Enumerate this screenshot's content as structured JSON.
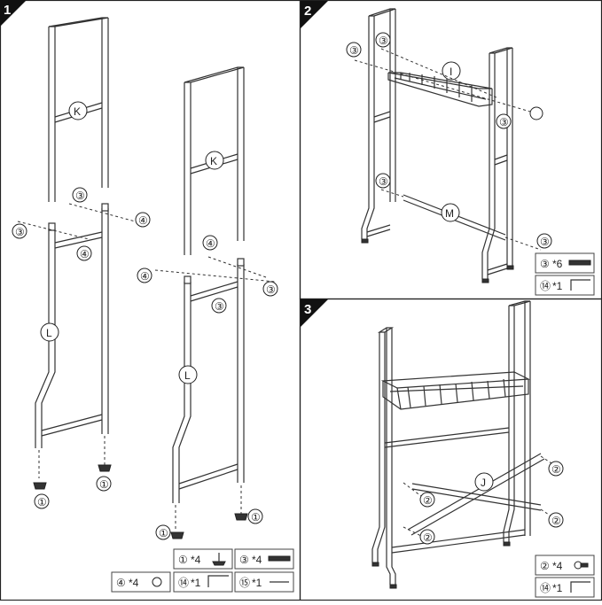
{
  "panels": [
    {
      "step": "1"
    },
    {
      "step": "2"
    },
    {
      "step": "3"
    }
  ],
  "labels": {
    "k": "K",
    "l": "L",
    "i": "I",
    "m": "M",
    "j": "J",
    "n1": "①",
    "n2": "②",
    "n3": "③",
    "n4": "④",
    "n14": "⑭",
    "n15": "⑮"
  },
  "parts": {
    "p1": {
      "num": "①",
      "qty": "*4"
    },
    "p2": {
      "num": "②",
      "qty": "*4"
    },
    "p3a": {
      "num": "③",
      "qty": "*4"
    },
    "p3b": {
      "num": "③",
      "qty": "*6"
    },
    "p4": {
      "num": "④",
      "qty": "*4"
    },
    "p14": {
      "num": "⑭",
      "qty": "*1"
    },
    "p15": {
      "num": "⑮",
      "qty": "*1"
    }
  }
}
